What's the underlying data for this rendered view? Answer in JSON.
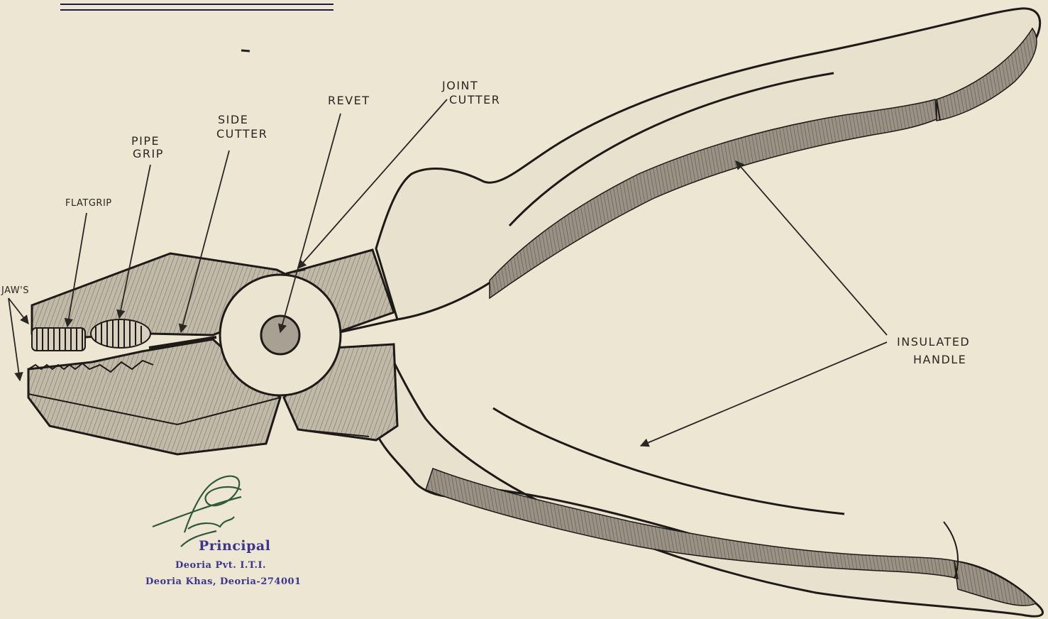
{
  "labels": {
    "jaws": "JAW'S",
    "flat_grip": "FLATGRIP",
    "pipe_grip_line1": "PIPE",
    "pipe_grip_line2": "GRIP",
    "side_cutter_line1": "SIDE",
    "side_cutter_line2": "CUTTER",
    "rivet": "REVET",
    "joint_cutter_line1": "JOINT",
    "joint_cutter_line2": "CUTTER",
    "insulated_handle_line1": "INSULATED",
    "insulated_handle_line2": "HANDLE"
  },
  "stamp": {
    "title": "Principal",
    "line1": "Deoria Pvt. I.T.I.",
    "line2": "Deoria Khas, Deoria-274001"
  },
  "colors": {
    "paper": "#ece6d3",
    "ink": "#1e1a17",
    "shade_metal": "#a59d90",
    "shade_handle": "#8e877c",
    "stamp_ink": "#3b3590",
    "signature_green": "#2e5a3a"
  }
}
